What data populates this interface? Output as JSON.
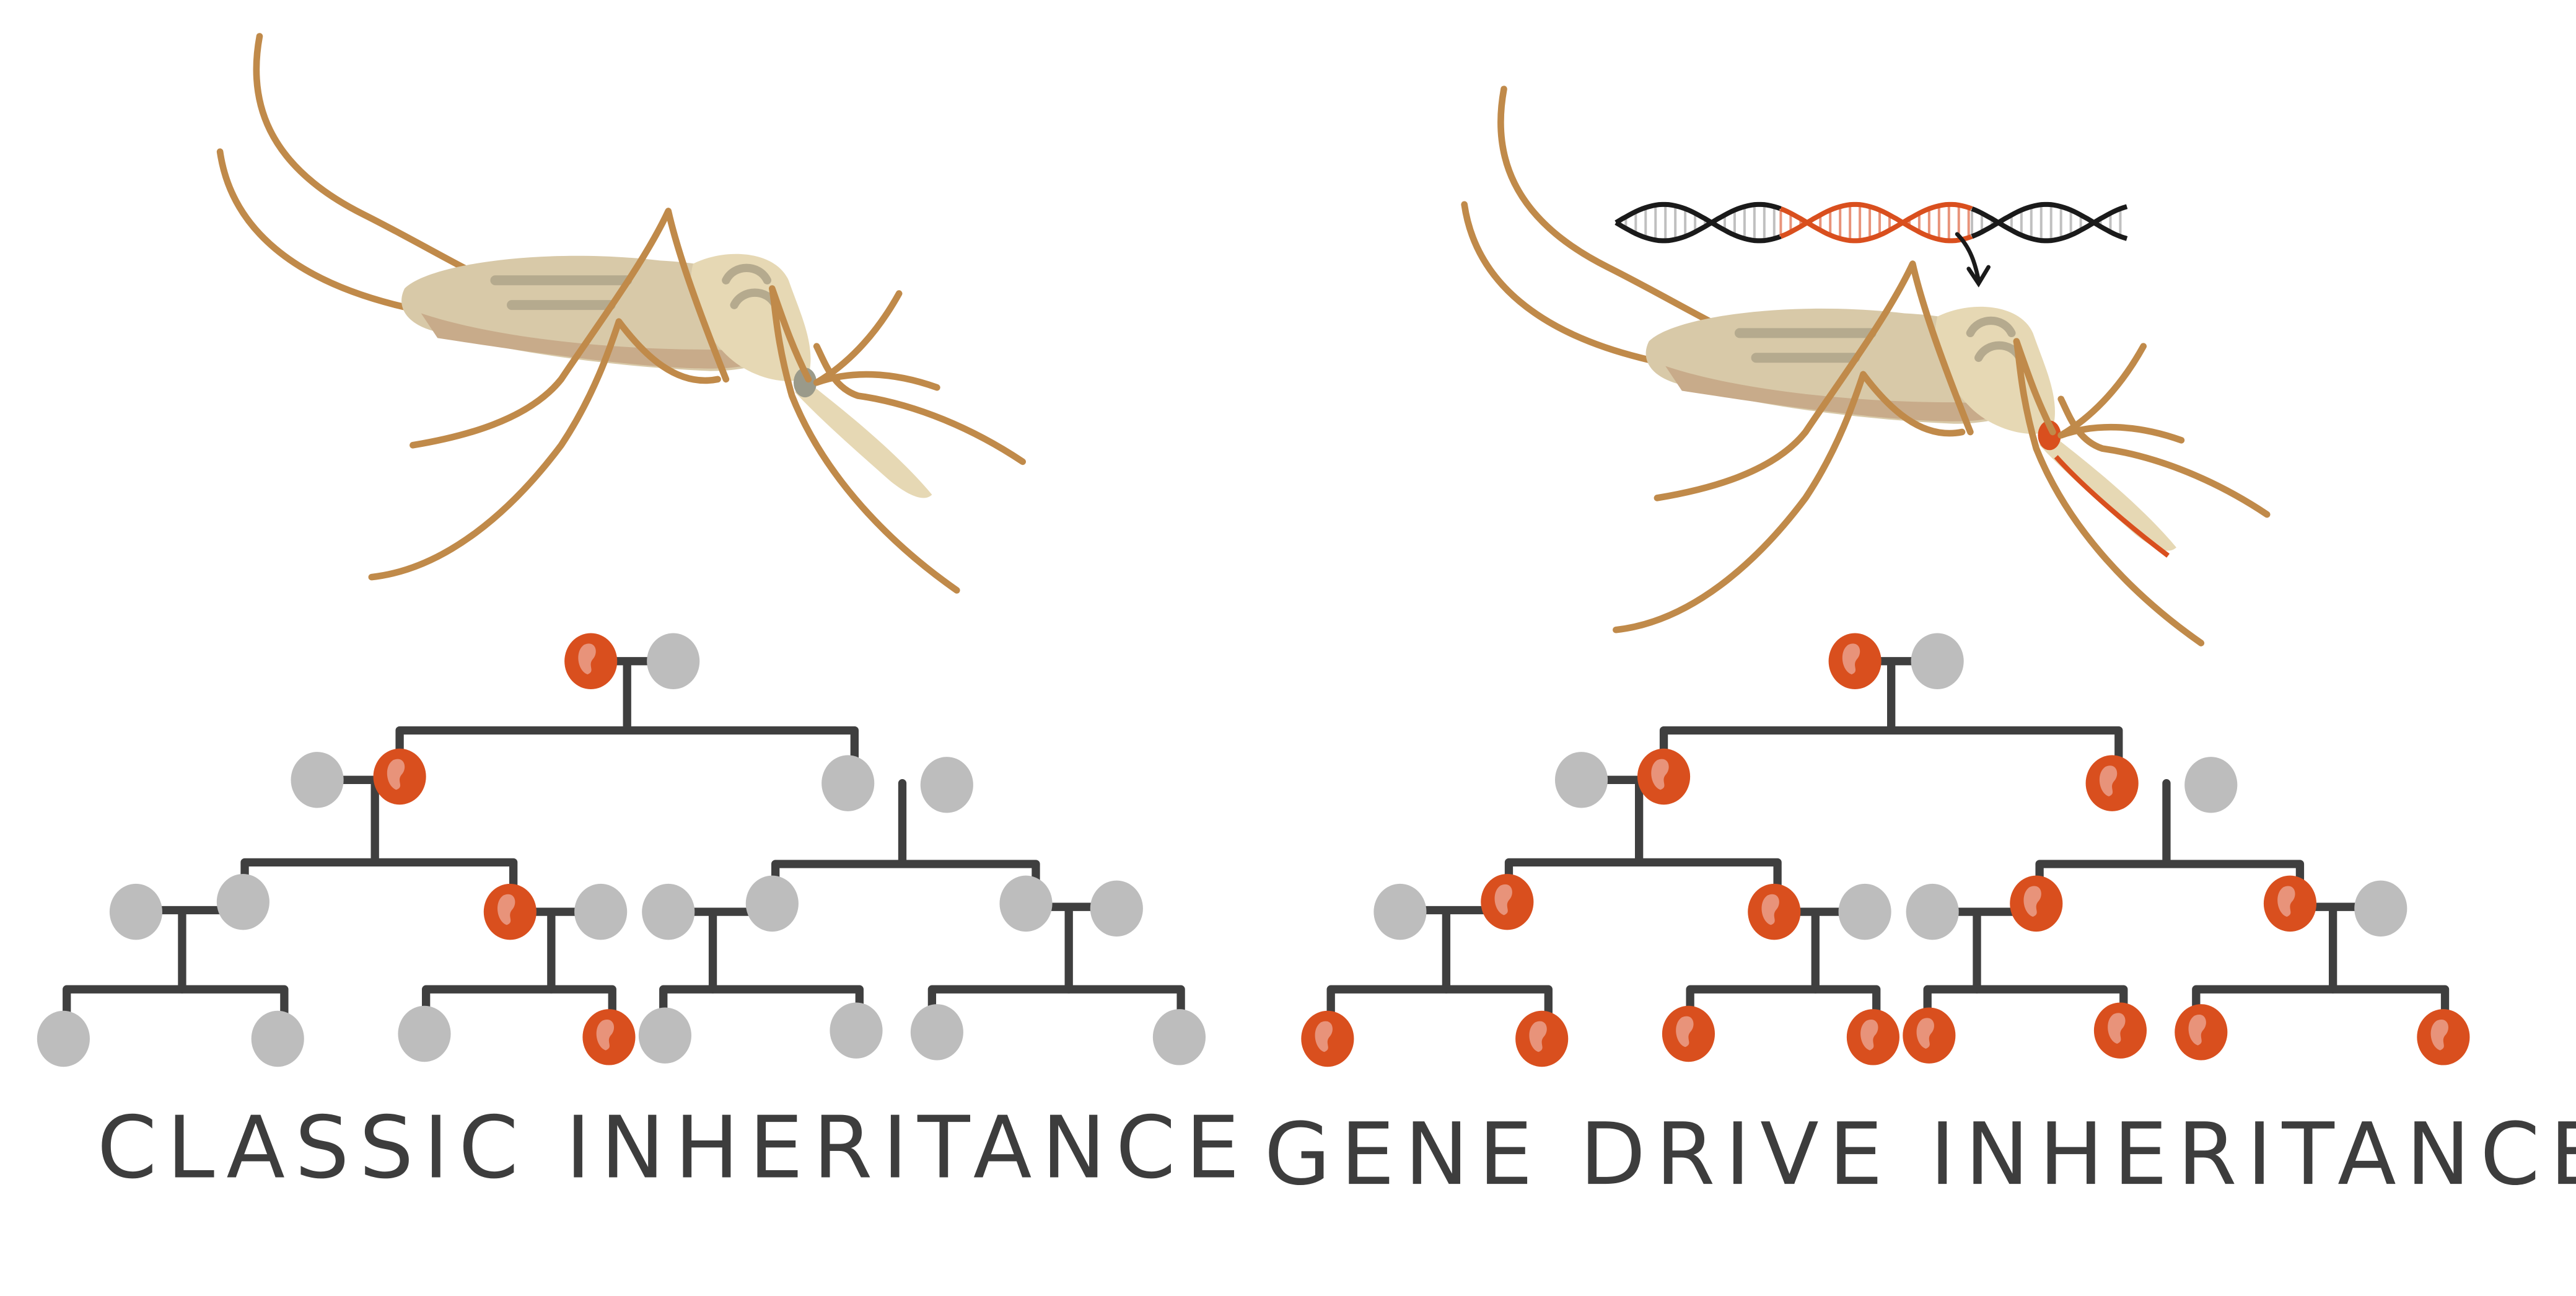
{
  "colors": {
    "carrier": "#d94f1e",
    "carrier_highlight": "#e8937a",
    "wild": "#bdbdbd",
    "line": "#3f3f3f",
    "leg": "#c08a4a",
    "body_light": "#e6d8b4",
    "body_mid": "#d8c9a8",
    "body_dark": "#c8ab8a",
    "stripe": "#b5aa8e",
    "dna_black": "#1a1a1a",
    "dna_rung": "#c0c0c0"
  },
  "panels": [
    {
      "label": "CLASSIC INHERITANCE",
      "mosquito_modified": false,
      "generations": [
        [
          "carrier",
          "wild"
        ],
        [
          "wild",
          "carrier",
          "wild",
          "wild"
        ],
        [
          "wild",
          "wild",
          "carrier",
          "wild",
          "wild",
          "wild",
          "wild",
          "wild"
        ],
        [
          "wild",
          "wild",
          "wild",
          "carrier",
          "wild",
          "wild",
          "wild",
          "wild"
        ]
      ]
    },
    {
      "label": "GENE DRIVE INHERITANCE",
      "mosquito_modified": true,
      "generations": [
        [
          "carrier",
          "wild"
        ],
        [
          "wild",
          "carrier",
          "carrier",
          "wild"
        ],
        [
          "wild",
          "carrier",
          "carrier",
          "wild",
          "wild",
          "carrier",
          "carrier",
          "wild"
        ],
        [
          "carrier",
          "carrier",
          "carrier",
          "carrier",
          "carrier",
          "carrier",
          "carrier",
          "carrier"
        ]
      ]
    }
  ]
}
